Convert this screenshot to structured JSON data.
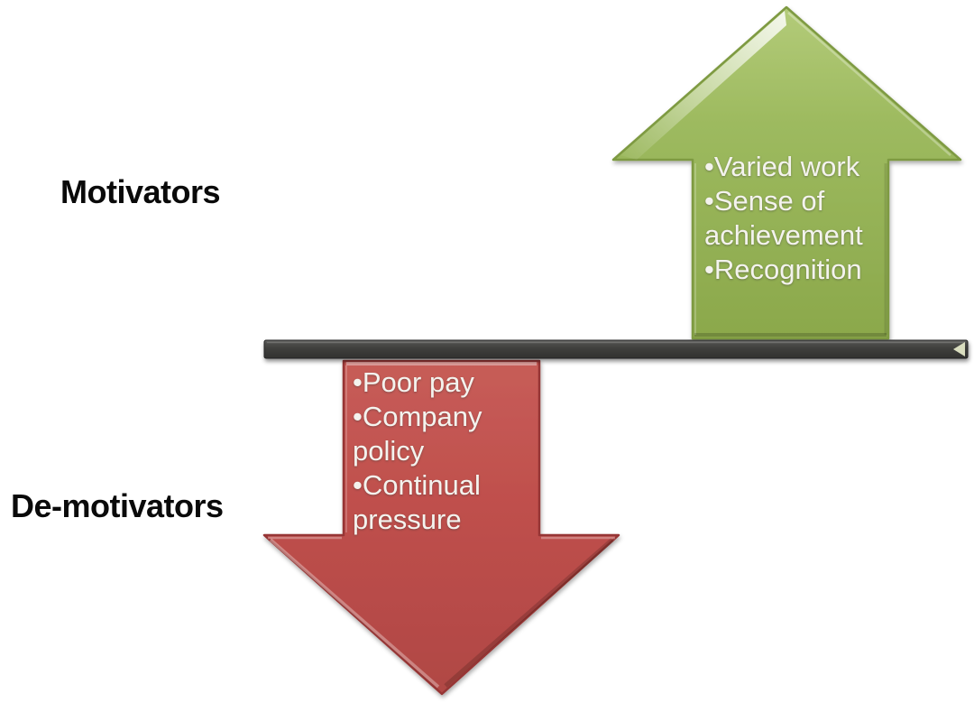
{
  "labels": {
    "motivators": "Motivators",
    "demotivators": "De-motivators"
  },
  "motivators_arrow": {
    "direction": "up",
    "fill_color": "#9CB95E",
    "border_color": "#7E9A42",
    "text_color": "#F4F3EE",
    "items": [
      "•Varied work",
      "•Sense of achievement",
      "•Recognition"
    ]
  },
  "demotivators_arrow": {
    "direction": "down",
    "fill_color": "#C0504D",
    "border_color": "#963634",
    "text_color": "#F4F3EE",
    "items": [
      "•Poor pay",
      "•Company policy",
      "•Continual pressure"
    ]
  },
  "balance_bar": {
    "color": "#3D3D3B",
    "end_cap": {
      "icon": "left-triangle",
      "color": "#D9DDBF"
    }
  },
  "background_color": "#FFFFFF"
}
